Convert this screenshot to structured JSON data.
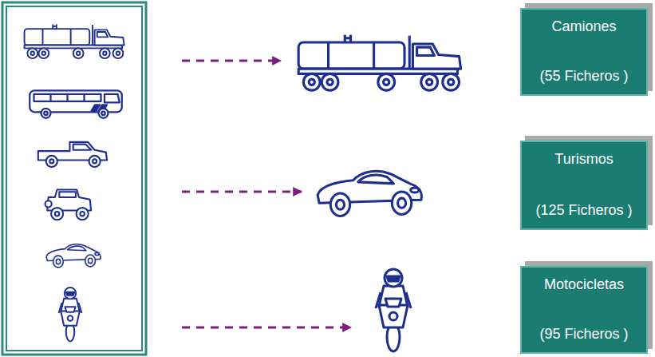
{
  "diagram": {
    "nodes": [
      {
        "text": [
          "Camiones",
          "(55 Ficheros )"
        ]
      },
      {
        "text": [
          "Turismos",
          "(125 Ficheros )"
        ]
      },
      {
        "text": [
          "Motocicletas",
          "(95 Ficheros )"
        ]
      }
    ]
  }
}
